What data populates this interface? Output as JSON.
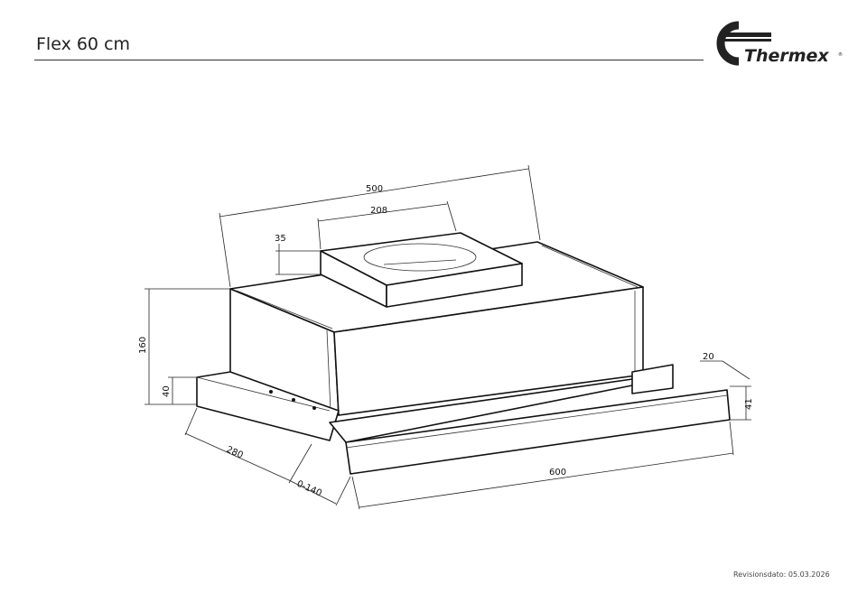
{
  "header": {
    "title": "Flex 60 cm",
    "brand": "Thermex"
  },
  "dimensions": {
    "depth_top": "500",
    "collar_width": "208",
    "collar_height": "35",
    "height": "160",
    "visor_height": "40",
    "depth": "280",
    "extension": "0-140",
    "width": "600",
    "visor_depth": "20",
    "front_height": "41"
  },
  "footer": {
    "revision": "Revisionsdato:  05.03.2026"
  }
}
